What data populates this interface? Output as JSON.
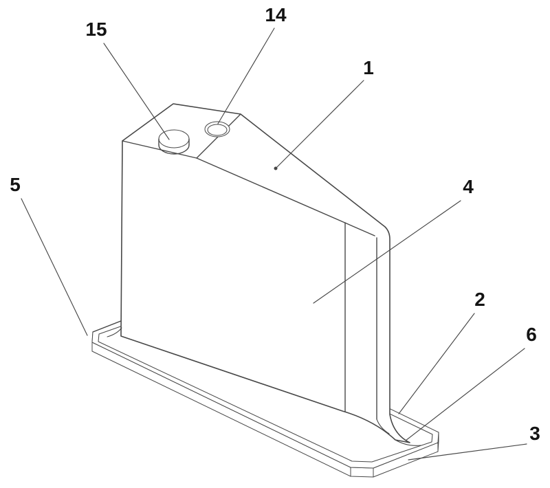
{
  "figure": {
    "background": "#ffffff",
    "line_color": "#474747",
    "label_color": "#141414",
    "labels": [
      {
        "text": "15"
      },
      {
        "text": "14"
      },
      {
        "text": "1"
      },
      {
        "text": "5"
      },
      {
        "text": "4"
      },
      {
        "text": "2"
      },
      {
        "text": "6"
      },
      {
        "text": "3"
      }
    ]
  }
}
